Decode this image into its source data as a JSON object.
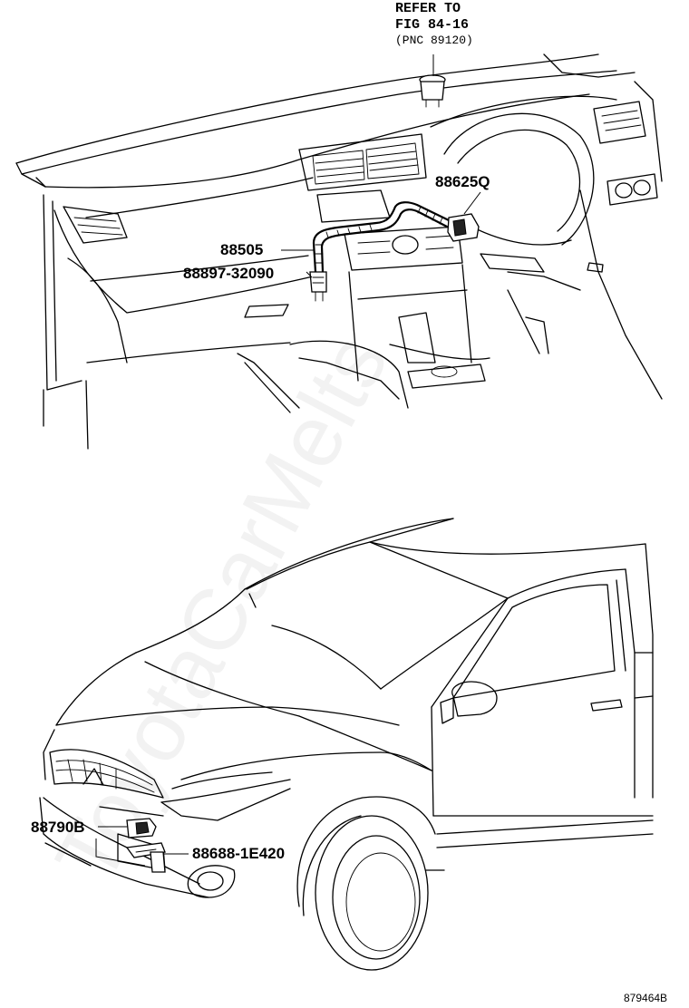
{
  "watermark": "ToyotaCarMelts",
  "callouts": {
    "reference_line1": "REFER TO",
    "reference_line2": "FIG 84-16",
    "reference_line3": "(PNC 89120)",
    "part_88625q": "88625Q",
    "part_88505": "88505",
    "part_88897": "88897-32090",
    "part_88790b": "88790B",
    "part_88688": "88688-1E420"
  },
  "figure_code": "879464B"
}
